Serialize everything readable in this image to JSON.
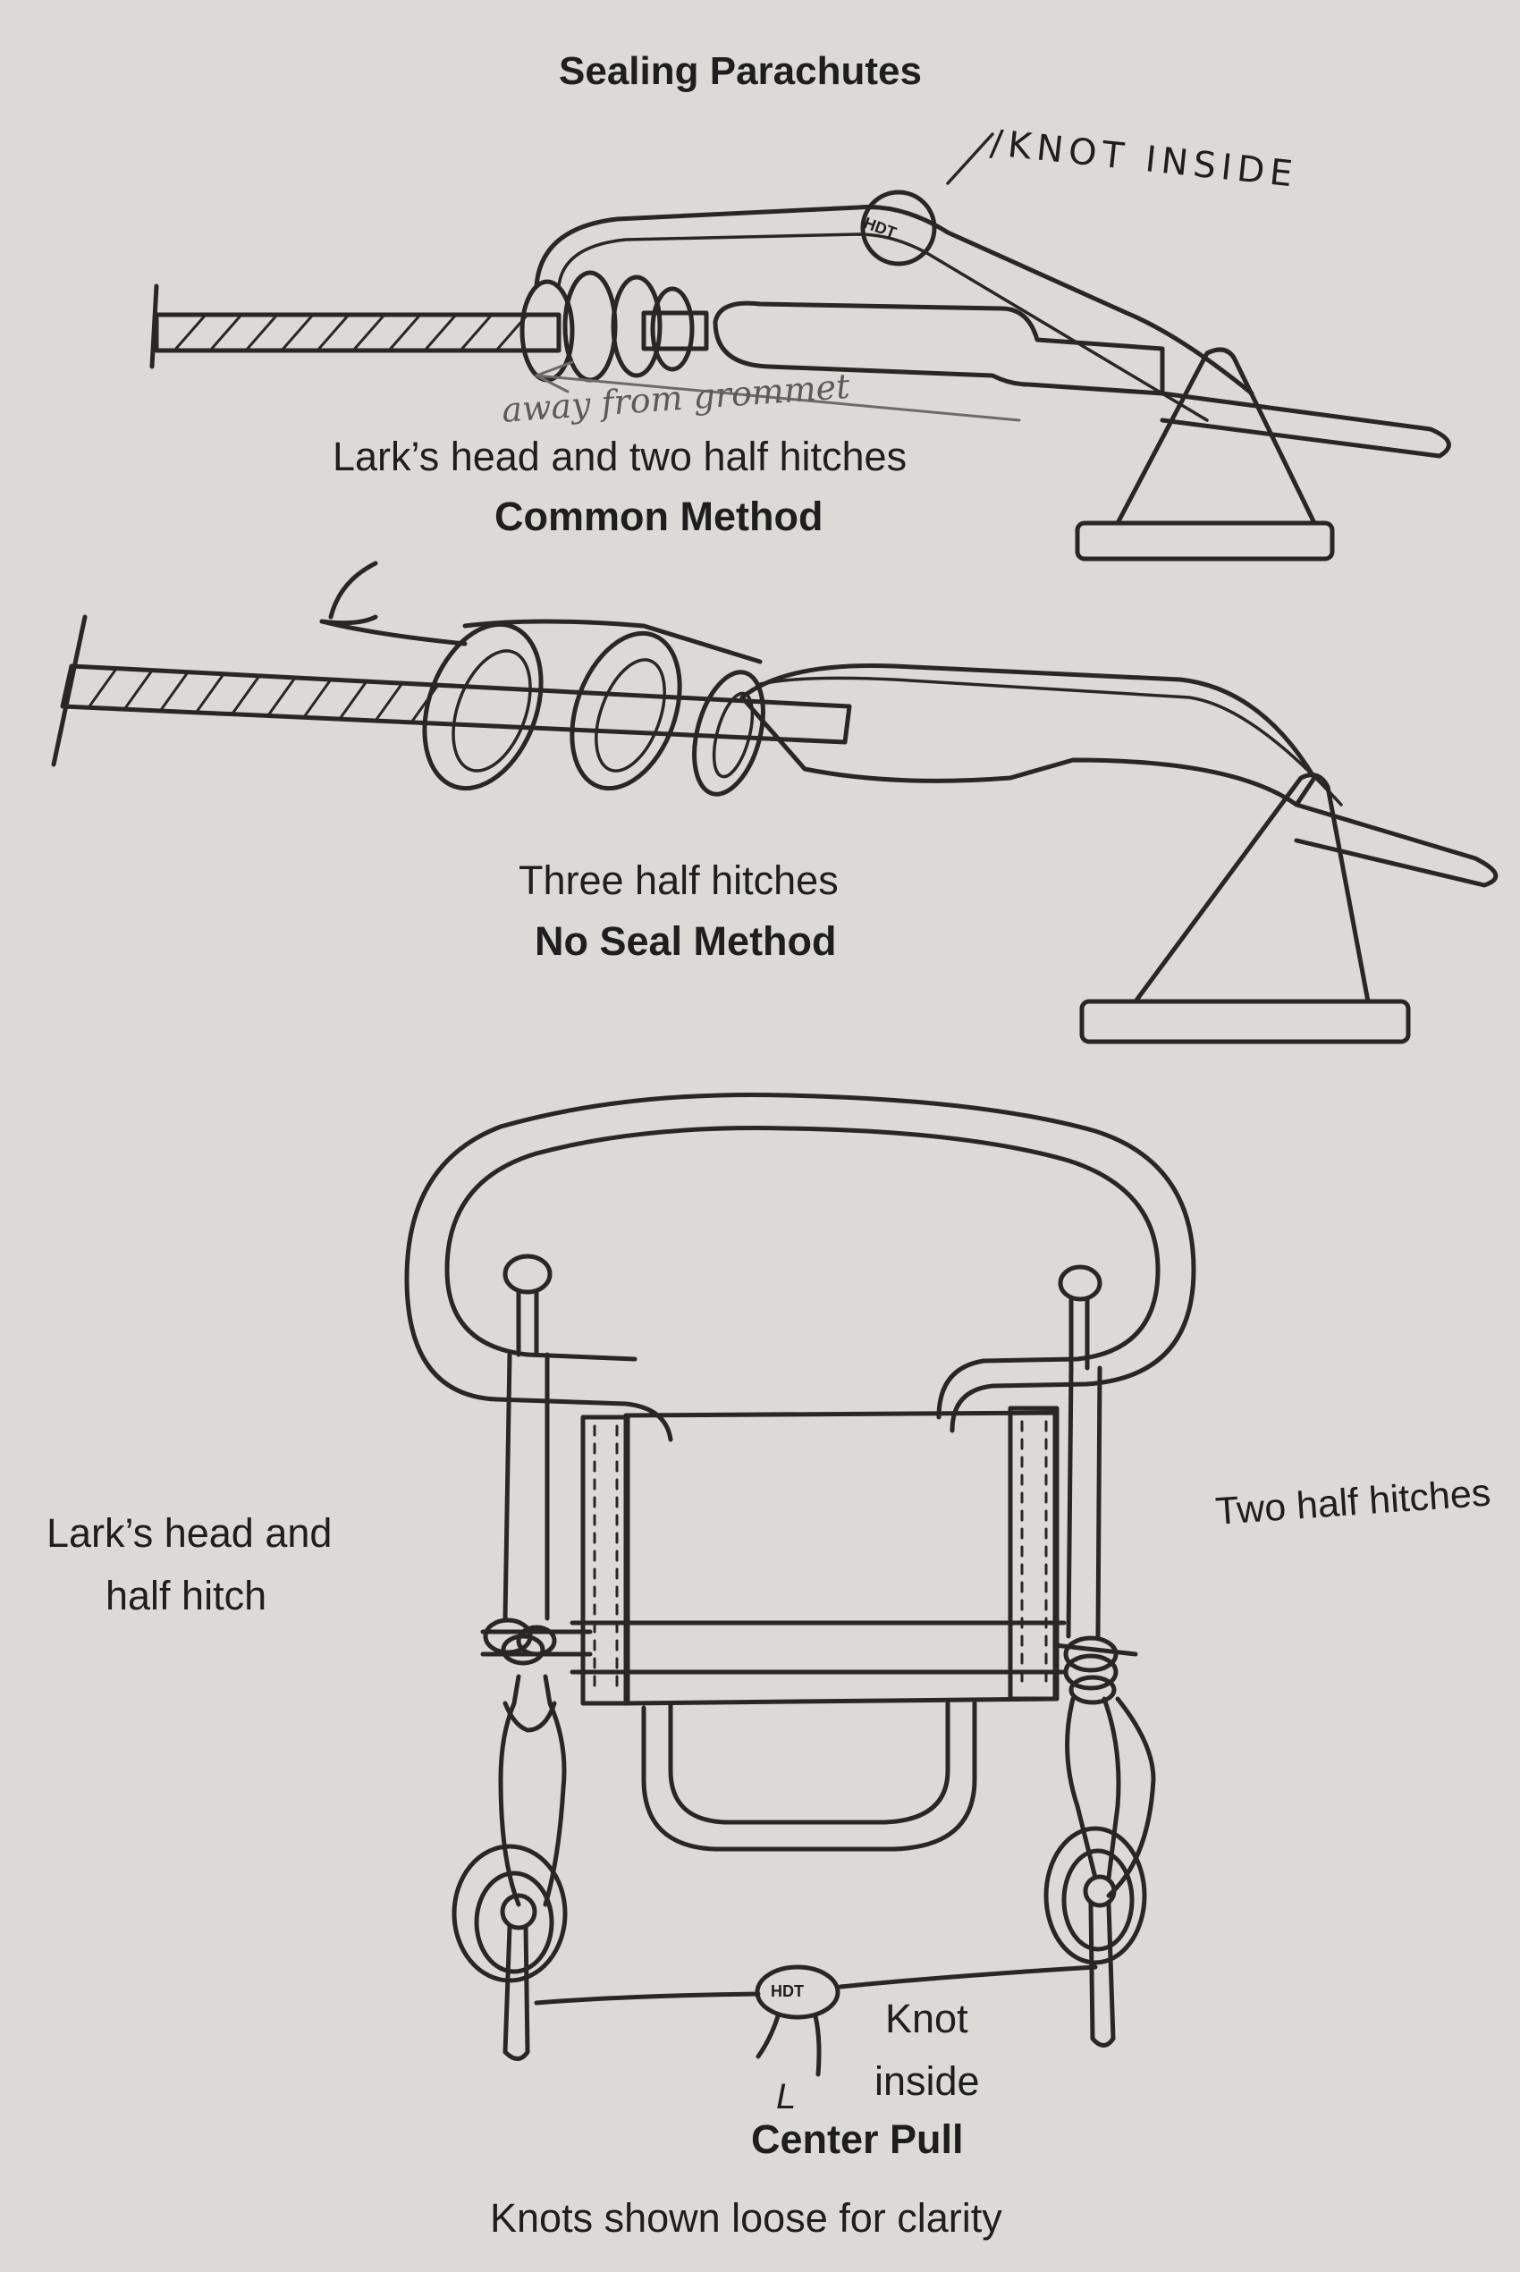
{
  "diagram": {
    "title": "Sealing Parachutes",
    "top": {
      "annotation_knot_inside": "/KNOT INSIDE",
      "knot_tag": "HDT",
      "pencil_note": "away from grommet",
      "caption": "Lark’s head and two half hitches",
      "method": "Common Method"
    },
    "middle": {
      "caption": "Three half hitches",
      "method": "No Seal Method"
    },
    "bottom": {
      "left_label_line1": "Lark’s head and",
      "left_label_line2": "half hitch",
      "right_label": "Two half hitches",
      "knot_tag": "HDT",
      "knot_line1": "Knot",
      "knot_line2": "inside",
      "mark_l": "L",
      "method": "Center Pull",
      "footer": "Knots shown loose for clarity"
    }
  }
}
